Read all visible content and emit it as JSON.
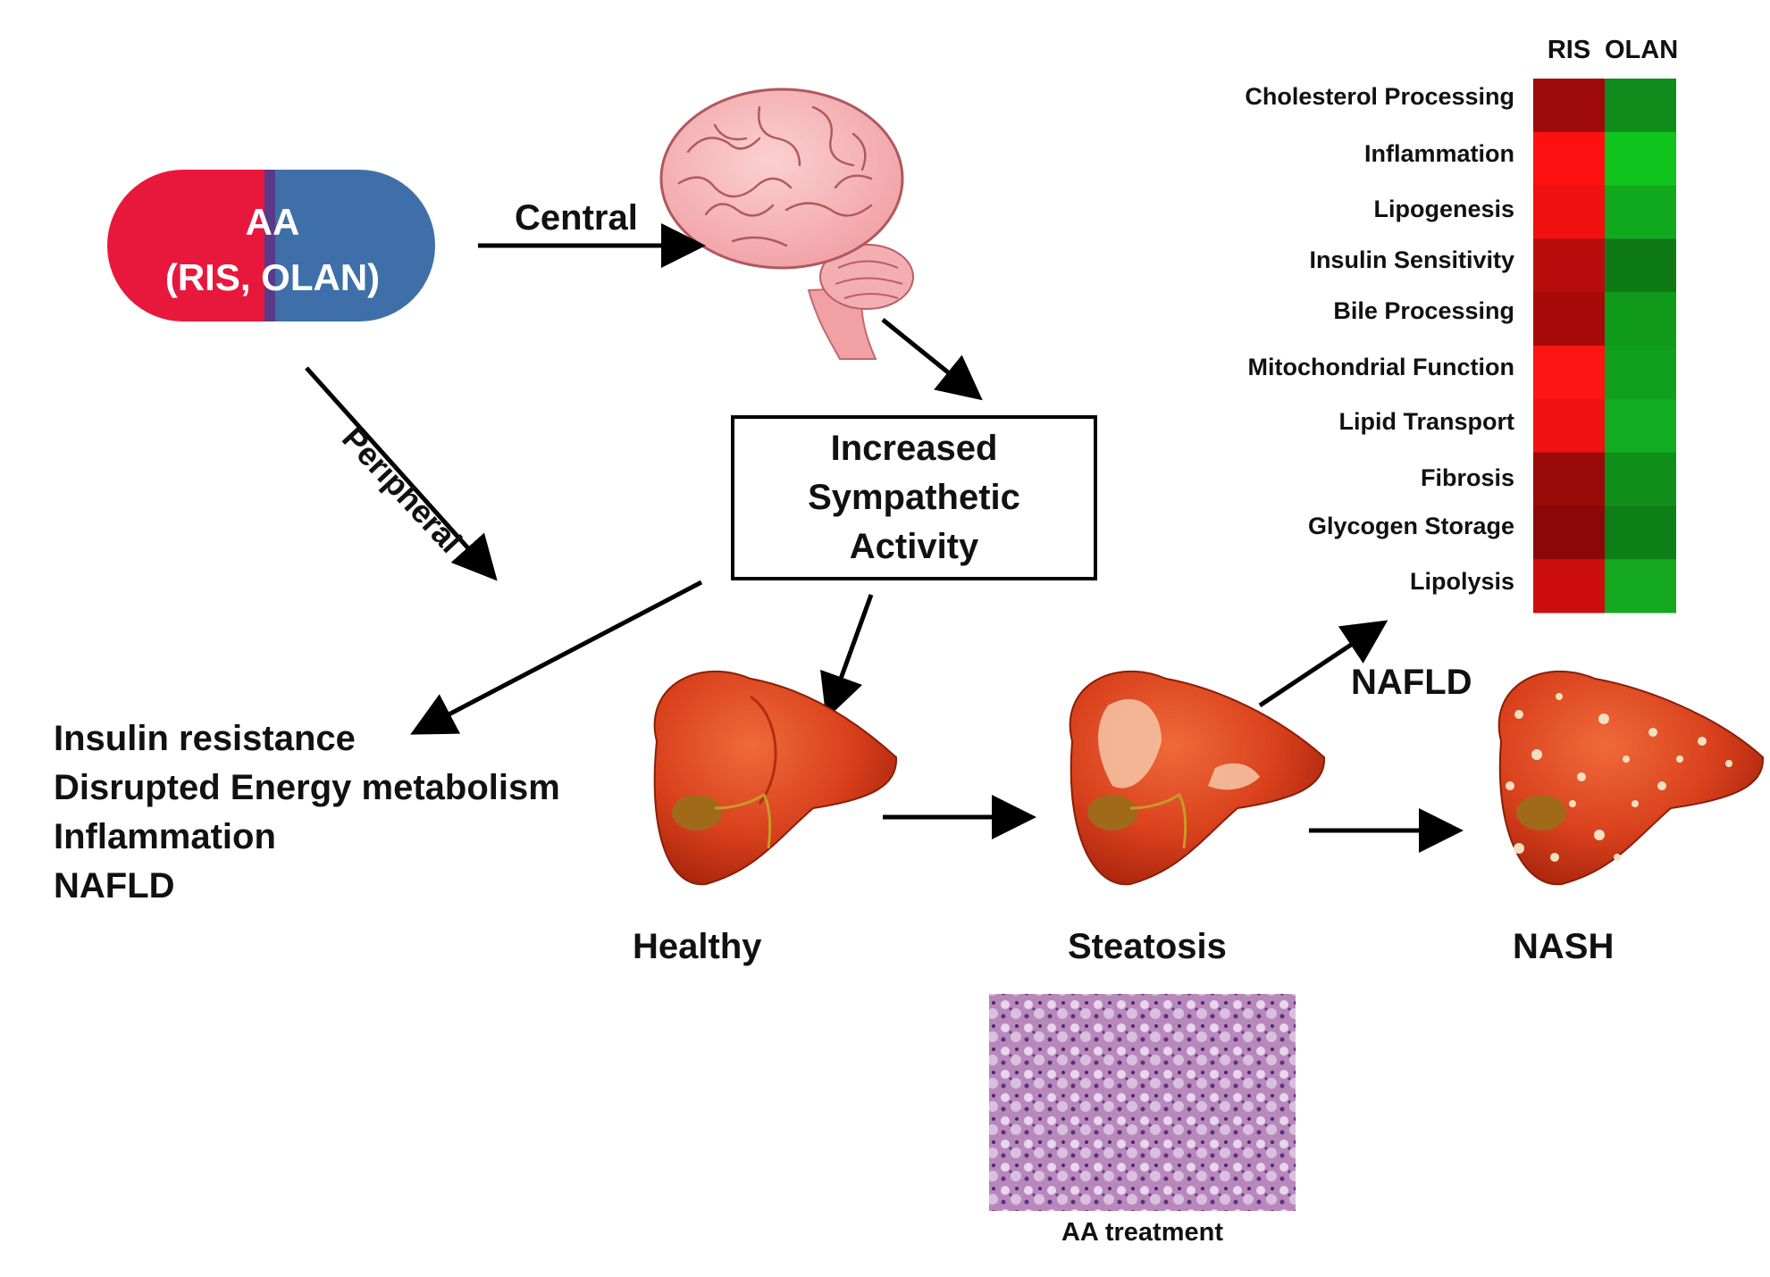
{
  "drug": {
    "line1": "AA",
    "line2": "(RIS, OLAN)",
    "colors": {
      "left": "#e8183c",
      "right": "#3f6fa8"
    }
  },
  "pathways": {
    "central": "Central",
    "peripheral": "Peripheral"
  },
  "sympathetic_box": {
    "lines": [
      "Increased",
      "Sympathetic",
      "Activity"
    ]
  },
  "effects": [
    "Insulin resistance",
    "Disrupted Energy metabolism",
    "Inflammation",
    "NAFLD"
  ],
  "liver_stages": [
    "Healthy",
    "Steatosis",
    "NASH"
  ],
  "nafld_label": "NAFLD",
  "histology_caption": "AA treatment",
  "heatmap": {
    "columns": [
      "RIS",
      "OLAN"
    ],
    "rows": [
      {
        "label": "Cholesterol Processing",
        "ris": "#9e0a0a",
        "olan": "#108c1c"
      },
      {
        "label": "Inflammation",
        "ris": "#ff1010",
        "olan": "#10c41e"
      },
      {
        "label": "Lipogenesis",
        "ris": "#ef1010",
        "olan": "#10a81c"
      },
      {
        "label": "Insulin Sensitivity",
        "ris": "#b80c0c",
        "olan": "#0e7a16"
      },
      {
        "label": "Bile Processing",
        "ris": "#a80a0a",
        "olan": "#109a1a"
      },
      {
        "label": "Mitochondrial Function",
        "ris": "#ff1414",
        "olan": "#10a01c"
      },
      {
        "label": "Lipid Transport",
        "ris": "#f01212",
        "olan": "#12ac20"
      },
      {
        "label": "Fibrosis",
        "ris": "#9a0a0a",
        "olan": "#10901a"
      },
      {
        "label": "Glycogen Storage",
        "ris": "#8c0808",
        "olan": "#0e7e16"
      },
      {
        "label": "Lipolysis",
        "ris": "#cc0e0e",
        "olan": "#14a81e"
      }
    ]
  }
}
